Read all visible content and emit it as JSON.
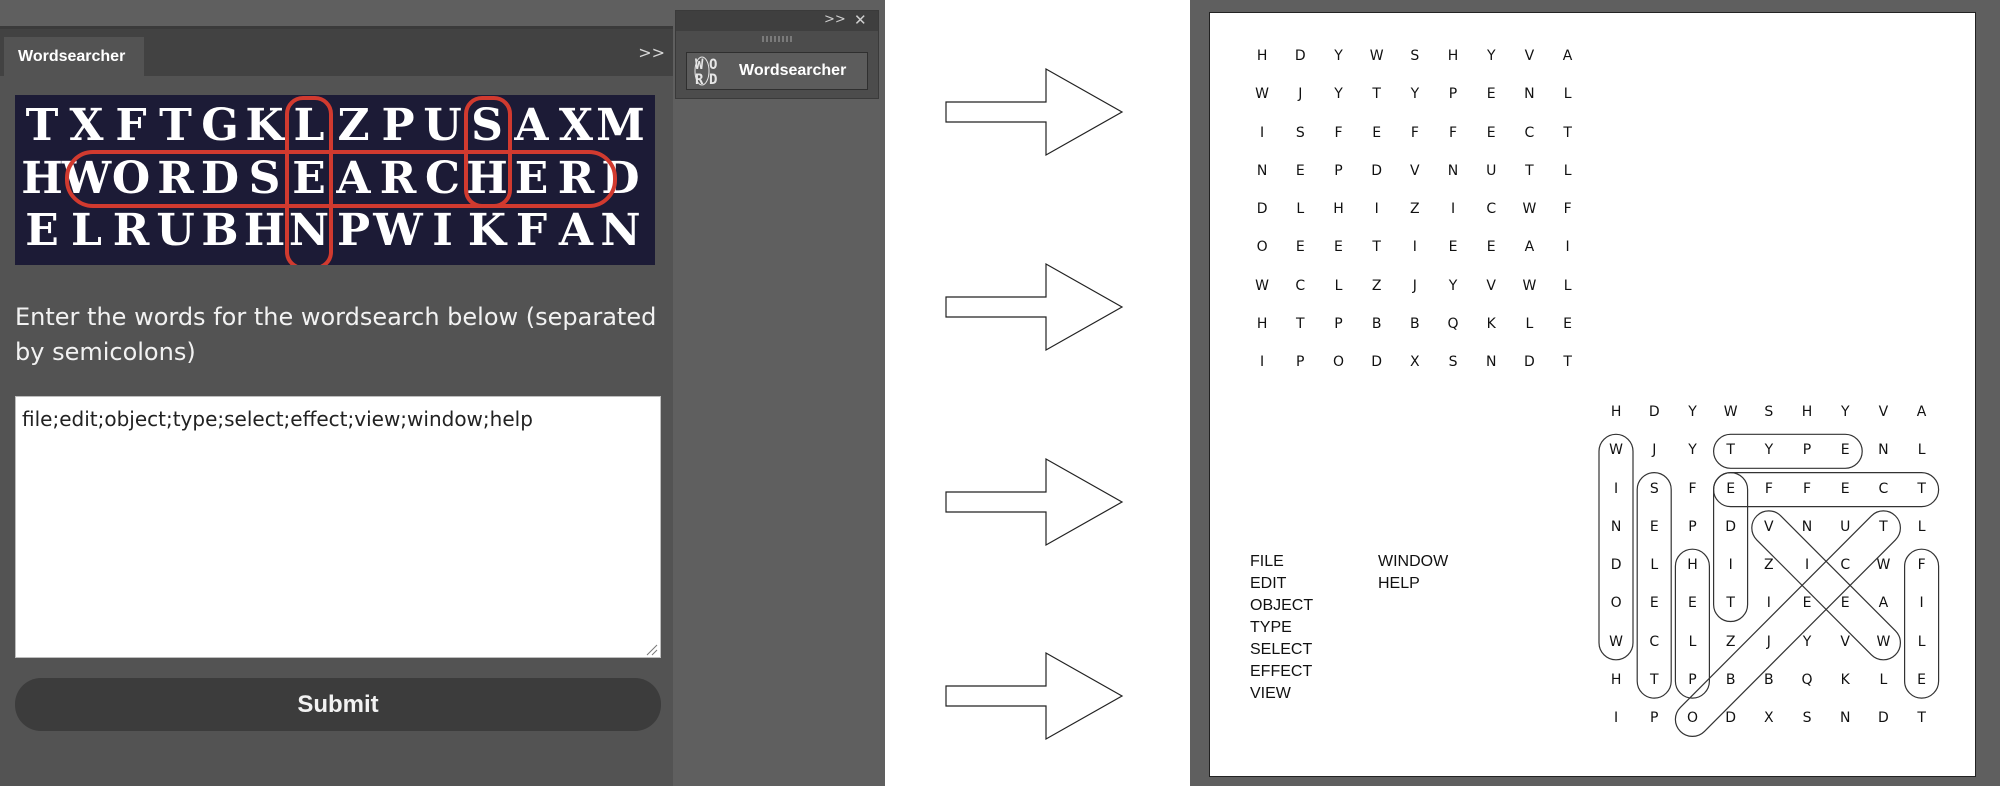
{
  "panel": {
    "tab_label": "Wordsearcher",
    "collapse_icon": "double-chevron-right-icon",
    "collapse_glyph": ">>",
    "banner": {
      "rows": [
        [
          "T",
          "X",
          "F",
          "T",
          "G",
          "K",
          "L",
          "Z",
          "P",
          "U",
          "S",
          "A",
          "X",
          "M"
        ],
        [
          "H",
          "W",
          "O",
          "R",
          "D",
          "S",
          "E",
          "A",
          "R",
          "C",
          "H",
          "E",
          "R",
          "D"
        ],
        [
          "E",
          "L",
          "R",
          "U",
          "B",
          "H",
          "N",
          "P",
          "W",
          "I",
          "K",
          "F",
          "A",
          "N"
        ]
      ],
      "highlight_color": "#d13a2f",
      "background_color": "#1c1b36"
    },
    "instruction": "Enter the words for the wordsearch below (separated by semicolons)",
    "words_input_value": "file;edit;object;type;select;effect;view;window;help",
    "submit_label": "Submit"
  },
  "mini_panel": {
    "expand_glyph": ">>",
    "close_glyph": "✕",
    "button_label": "Wordsearcher",
    "logo_letters": [
      "W",
      "O",
      "R",
      "D"
    ]
  },
  "arrows": [
    "right-arrow-icon",
    "right-arrow-icon",
    "right-arrow-icon",
    "right-arrow-icon"
  ],
  "document": {
    "grid_plain": [
      [
        "H",
        "D",
        "Y",
        "W",
        "S",
        "H",
        "Y",
        "V",
        "A"
      ],
      [
        "W",
        "J",
        "Y",
        "T",
        "Y",
        "P",
        "E",
        "N",
        "L"
      ],
      [
        "I",
        "S",
        "F",
        "E",
        "F",
        "F",
        "E",
        "C",
        "T"
      ],
      [
        "N",
        "E",
        "P",
        "D",
        "V",
        "N",
        "U",
        "T",
        "L"
      ],
      [
        "D",
        "L",
        "H",
        "I",
        "Z",
        "I",
        "C",
        "W",
        "F"
      ],
      [
        "O",
        "E",
        "E",
        "T",
        "I",
        "E",
        "E",
        "A",
        "I"
      ],
      [
        "W",
        "C",
        "L",
        "Z",
        "J",
        "Y",
        "V",
        "W",
        "L"
      ],
      [
        "H",
        "T",
        "P",
        "B",
        "B",
        "Q",
        "K",
        "L",
        "E"
      ],
      [
        "I",
        "P",
        "O",
        "D",
        "X",
        "S",
        "N",
        "D",
        "T"
      ]
    ],
    "grid_solved": [
      [
        "H",
        "D",
        "Y",
        "W",
        "S",
        "H",
        "Y",
        "V",
        "A"
      ],
      [
        "W",
        "J",
        "Y",
        "T",
        "Y",
        "P",
        "E",
        "N",
        "L"
      ],
      [
        "I",
        "S",
        "F",
        "E",
        "F",
        "F",
        "E",
        "C",
        "T"
      ],
      [
        "N",
        "E",
        "P",
        "D",
        "V",
        "N",
        "U",
        "T",
        "L"
      ],
      [
        "D",
        "L",
        "H",
        "I",
        "Z",
        "I",
        "C",
        "W",
        "F"
      ],
      [
        "O",
        "E",
        "E",
        "T",
        "I",
        "E",
        "E",
        "A",
        "I"
      ],
      [
        "W",
        "C",
        "L",
        "Z",
        "J",
        "Y",
        "V",
        "W",
        "L"
      ],
      [
        "H",
        "T",
        "P",
        "B",
        "B",
        "Q",
        "K",
        "L",
        "E"
      ],
      [
        "I",
        "P",
        "O",
        "D",
        "X",
        "S",
        "N",
        "D",
        "T"
      ]
    ],
    "word_list_col1": [
      "FILE",
      "EDIT",
      "OBJECT",
      "TYPE",
      "SELECT",
      "EFFECT",
      "VIEW"
    ],
    "word_list_col2": [
      "WINDOW",
      "HELP"
    ]
  }
}
